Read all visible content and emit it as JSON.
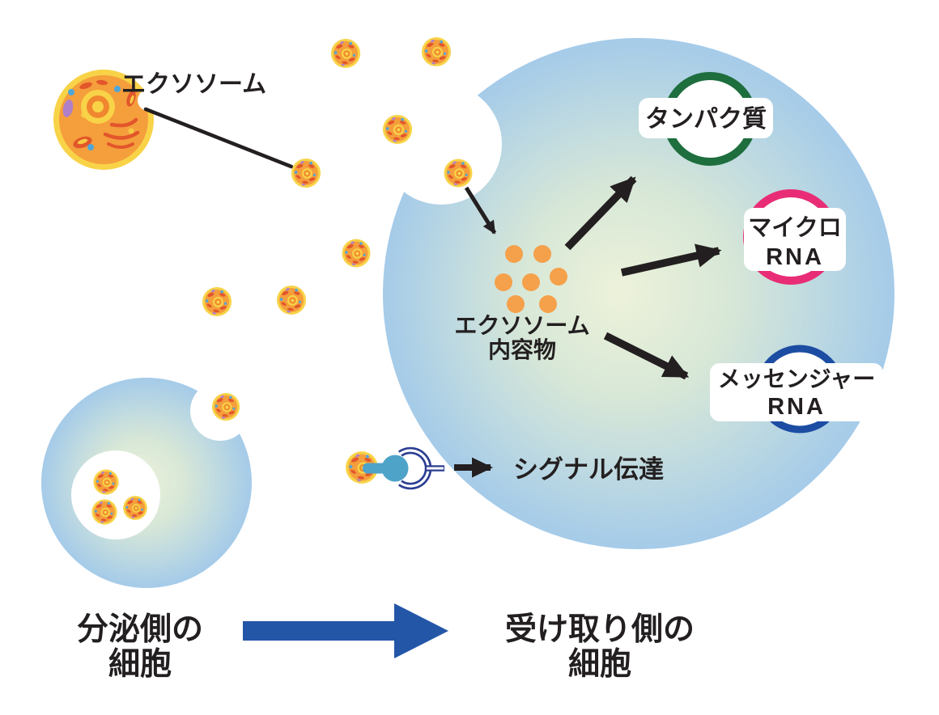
{
  "labels": {
    "exosome_title": "エクソソーム",
    "protein": "タンパク質",
    "micro_rna_line1": "マイクロ",
    "micro_rna_line2": "RNA",
    "messenger_rna_line1": "メッセンジャー",
    "messenger_rna_line2": "RNA",
    "cargo_line1": "エクソソーム",
    "cargo_line2": "内容物",
    "signal": "シグナル伝達",
    "secreting_cell_line1": "分泌側の",
    "secreting_cell_line2": "細胞",
    "receiving_cell_line1": "受け取り側の",
    "receiving_cell_line2": "細胞"
  },
  "colors": {
    "ink": "#231f20",
    "protein_ring": "#1e6e3e",
    "micro_rna_ring": "#e82d76",
    "messenger_rna_ring": "#1c4da3",
    "main_arrow": "#2456a8",
    "cargo_dot": "#f5a04a",
    "exosome_body": "#f59e3c",
    "exosome_ring": "#f8d348",
    "cell_edge_blue": "#a5cbe9",
    "cell_center_green": "#edf2da",
    "receptor_blue": "#2b3e92",
    "ligand_blue": "#4ea3c8"
  }
}
